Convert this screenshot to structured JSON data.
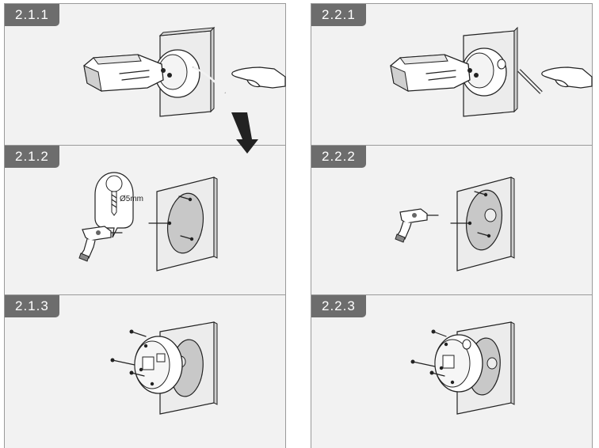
{
  "left": {
    "step1": {
      "label": "2.1.1"
    },
    "step2": {
      "label": "2.1.2",
      "drill_bit_size": "Ø5mm"
    },
    "step3": {
      "label": "2.1.3"
    }
  },
  "right": {
    "step1": {
      "label": "2.2.1"
    },
    "step2": {
      "label": "2.2.2"
    },
    "step3": {
      "label": "2.2.3"
    }
  },
  "icons": [
    "down-arrow-icon",
    "camera-icon",
    "hand-icon",
    "drill-icon",
    "screw-icon",
    "junction-box-icon"
  ],
  "colors": {
    "tag_bg": "#6d6d6d",
    "panel_bg": "#f2f2f2",
    "border": "#9a9a9a",
    "plate": "#c8c8c8"
  }
}
